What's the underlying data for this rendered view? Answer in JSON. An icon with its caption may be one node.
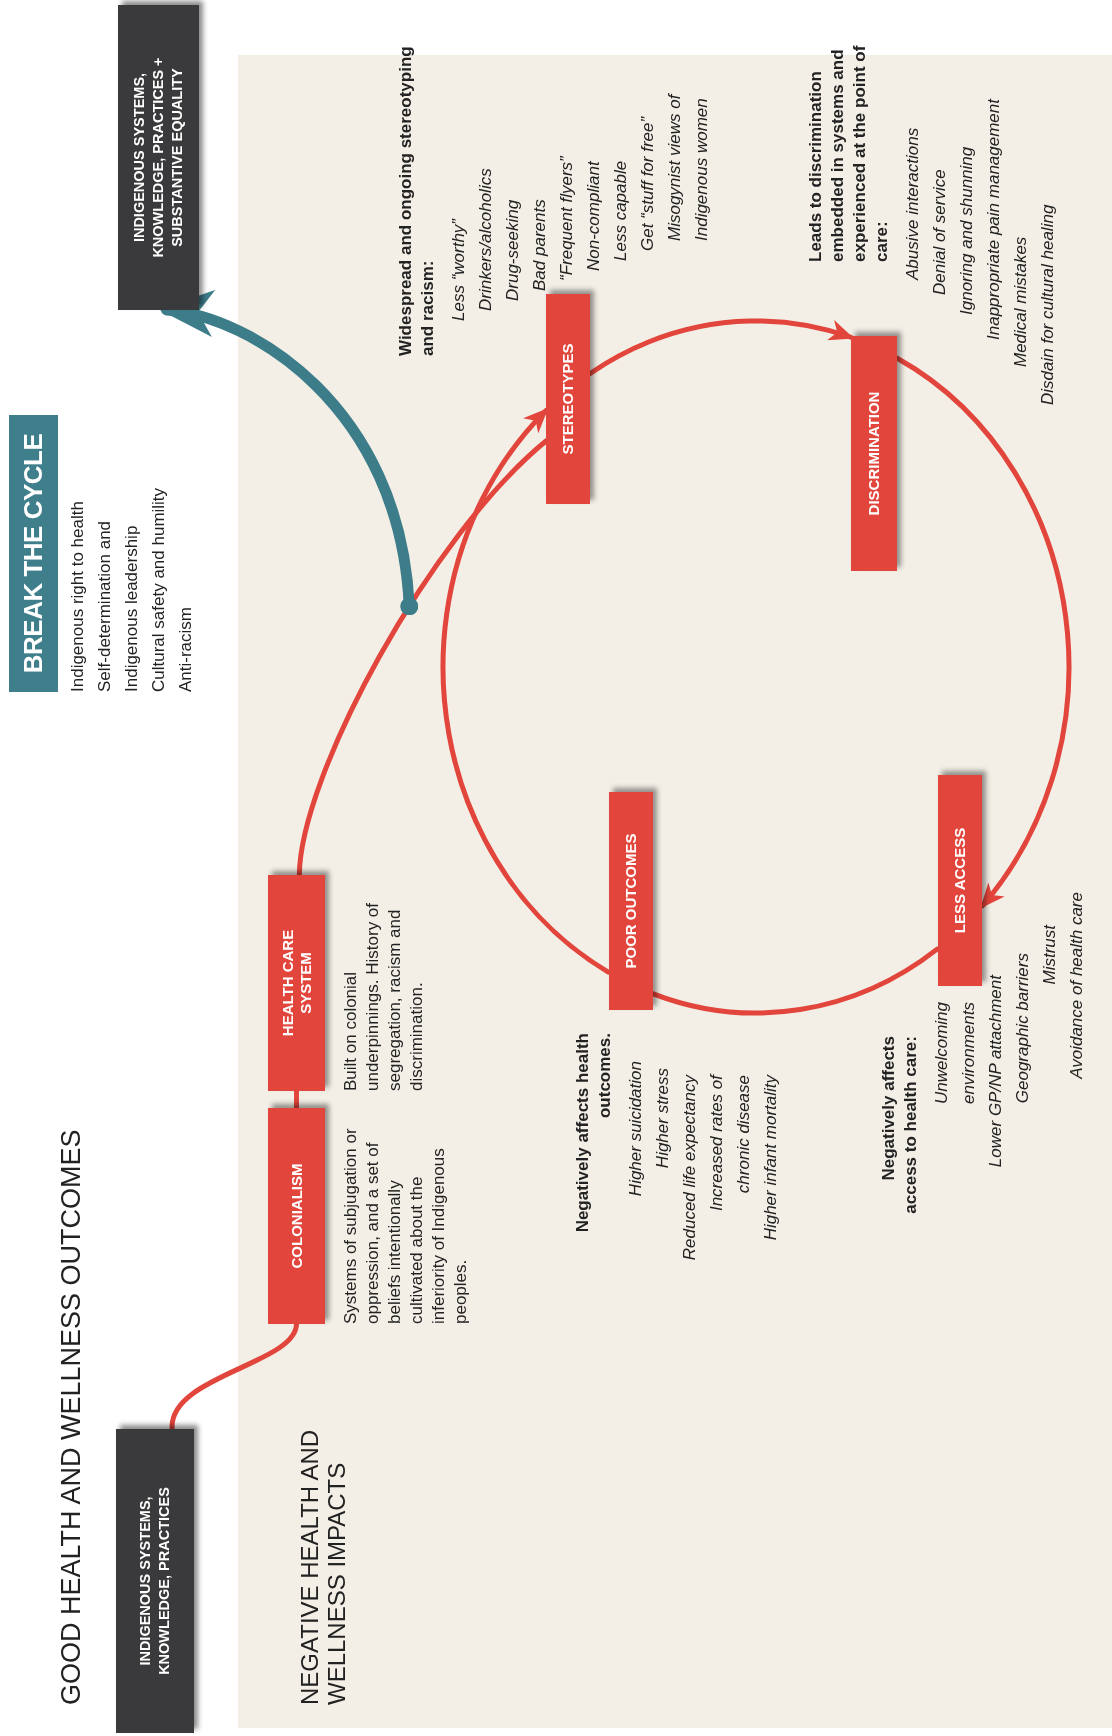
{
  "diagram": {
    "title": "GOOD HEALTH AND WELLNESS OUTCOMES",
    "nodes": [
      {
        "text": [
          "INDIGENOUS SYSTEMS, KNOWLEDGE, PRACTICES"
        ]
      },
      {
        "text": [
          "COLONIALISM"
        ],
        "beside": [
          "Systems of subjugation or oppression, and a set of beliefs intentionally cultivated about the inferiority of Indigenous peoples."
        ]
      },
      {
        "text": [
          "HEALTH CARE SYSTEM"
        ],
        "beside": [
          "Built on colonial underpinnings. History of segregation, racism and discrimination."
        ]
      },
      {
        "text": [
          "POOR OUTCOMES"
        ],
        "beside": [
          "Negatively affects health outcomes.",
          "Higher suicidation",
          "Higher stress",
          "Reduced life expectancy",
          "Increased rates of chronic disease",
          "Higher infant mortality"
        ]
      },
      {
        "text": [
          "LESS ACCESS"
        ],
        "beside": [
          "Negatively affects access to health care:",
          "Unwelcoming environments",
          "Lower GP/NP attachment",
          "Geographic barriers",
          "Mistrust",
          "Avoidance of health care"
        ]
      },
      {
        "text": [
          "STEREOTYPES"
        ],
        "beside": [
          "Widespread and ongoing stereotyping and racism:",
          "Less “worthy”",
          "Drinkers/alcoholics",
          "Drug-seeking",
          "Bad parents",
          "“Frequent flyers”",
          "Non-compliant",
          "Less capable",
          "Get “stuff for free”",
          "Misogynist views of Indigenous women"
        ]
      },
      {
        "text": [
          "DISCRIMINATION"
        ],
        "beside": [
          "Leads to discrimination embedded in systems and experienced at the point of care:",
          "Abusive interactions",
          "Denial of service",
          "Ignoring and shunning",
          "Inappropriate pain management",
          "Medical mistakes",
          "Disdain for cultural healing"
        ]
      },
      {
        "text": [
          "BREAK THE CYCLE"
        ],
        "beside": [
          "Indigenous right to health",
          "Self-determination and Indigenous leadership",
          "Cultural safety and humility",
          "Anti-racism"
        ]
      },
      {
        "text": [
          "INDIGENOUS SYSTEMS, KNOWLEDGE, PRACTICES + SUBSTANTIVE EQUALITY"
        ]
      }
    ],
    "edges": [
      {
        "from": 0,
        "to": 1,
        "arrow": "none"
      },
      {
        "from": 1,
        "to": 2,
        "arrow": "none"
      },
      {
        "from": 2,
        "to": 5,
        "arrow": "none"
      },
      {
        "from": 5,
        "to": 6,
        "arrow": "to"
      },
      {
        "from": 6,
        "to": 4,
        "arrow": "to"
      },
      {
        "from": 4,
        "to": 3,
        "arrow": "none"
      },
      {
        "from": 3,
        "to": 5,
        "arrow": "to"
      },
      {
        "from": null,
        "to": 8,
        "arrow": "to",
        "style": "thick",
        "color": "#3d7d8a"
      }
    ],
    "labels": [
      "NEGATIVE HEALTH AND WELLNESS IMPACTS"
    ]
  }
}
